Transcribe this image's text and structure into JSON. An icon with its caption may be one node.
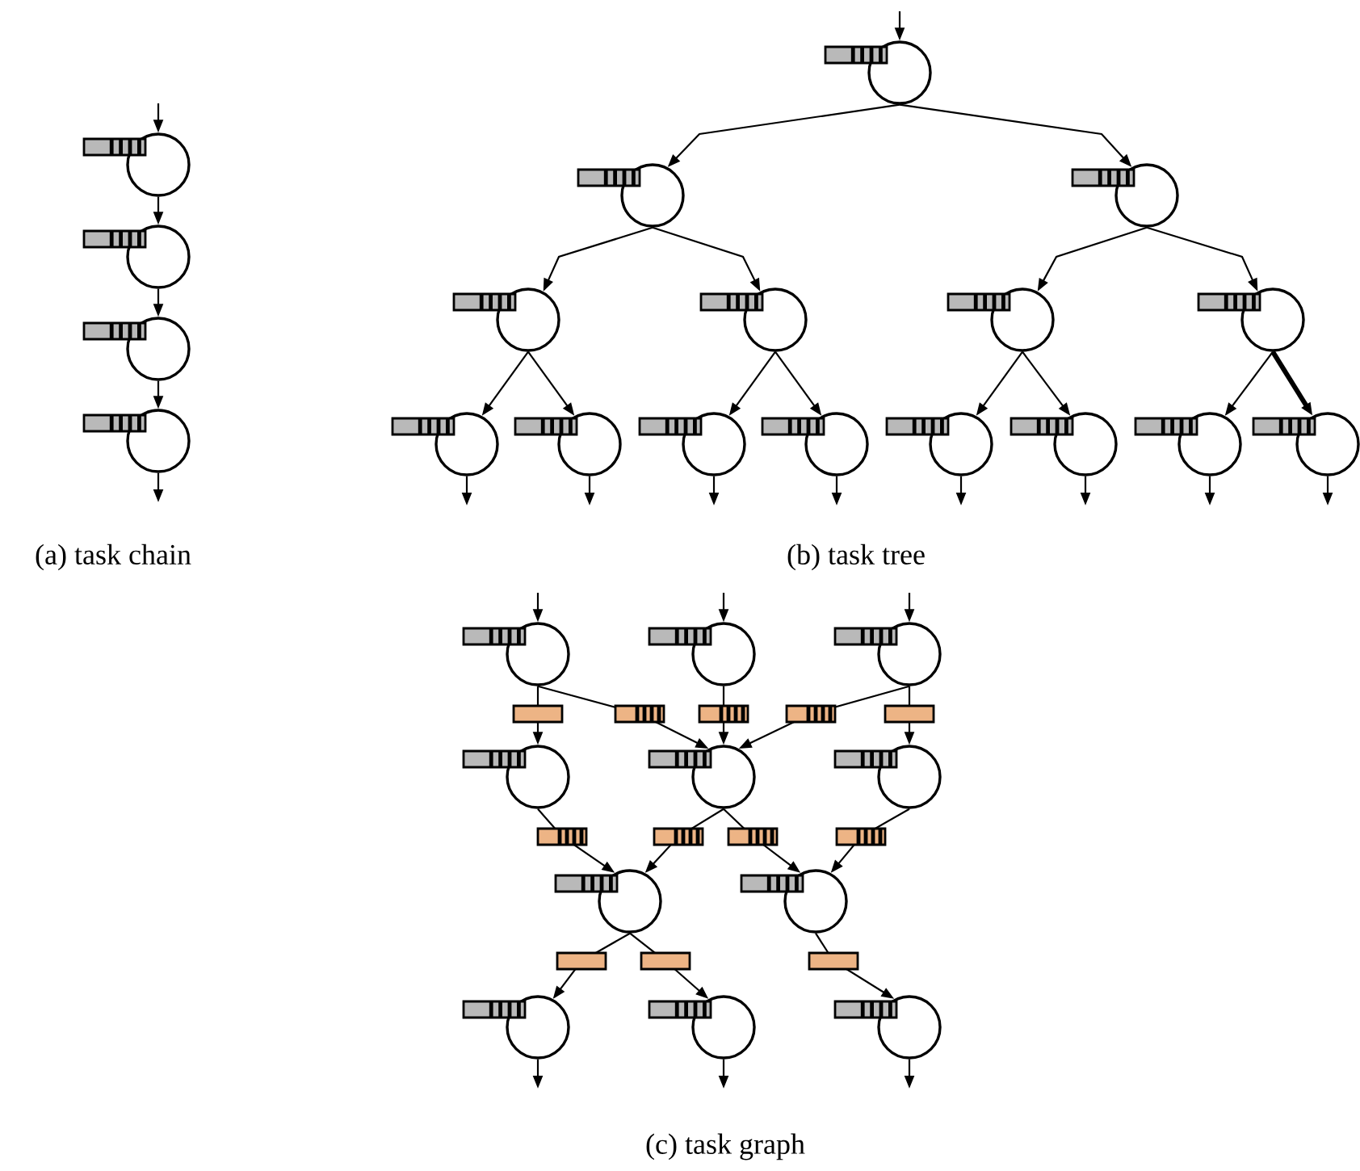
{
  "diagram": {
    "nodes": [
      {
        "text": [],
        "shape": "circle"
      },
      {
        "text": [],
        "shape": "circle"
      },
      {
        "text": [],
        "shape": "circle"
      },
      {
        "text": [],
        "shape": "circle"
      },
      {
        "text": [],
        "shape": "circle"
      },
      {
        "text": [],
        "shape": "circle"
      },
      {
        "text": [],
        "shape": "circle"
      },
      {
        "text": [],
        "shape": "circle"
      },
      {
        "text": [],
        "shape": "circle"
      },
      {
        "text": [],
        "shape": "circle"
      },
      {
        "text": [],
        "shape": "circle"
      },
      {
        "text": [],
        "shape": "circle"
      },
      {
        "text": [],
        "shape": "circle"
      },
      {
        "text": [],
        "shape": "circle"
      },
      {
        "text": [],
        "shape": "circle"
      },
      {
        "text": [],
        "shape": "circle"
      },
      {
        "text": [],
        "shape": "circle"
      },
      {
        "text": [],
        "shape": "circle"
      },
      {
        "text": [],
        "shape": "circle"
      },
      {
        "text": [],
        "shape": "circle"
      },
      {
        "text": [],
        "shape": "circle"
      },
      {
        "text": [],
        "shape": "circle"
      },
      {
        "text": [],
        "shape": "circle"
      },
      {
        "text": [],
        "shape": "circle"
      },
      {
        "text": [],
        "shape": "circle"
      },
      {
        "text": [],
        "shape": "circle"
      },
      {
        "text": [],
        "shape": "circle"
      },
      {
        "text": [],
        "shape": "circle"
      },
      {
        "text": [],
        "shape": "circle"
      },
      {
        "text": [],
        "shape": "circle"
      }
    ],
    "edges": [
      {
        "from": null,
        "to": 0,
        "arrow": "to"
      },
      {
        "from": 0,
        "to": 1,
        "arrow": "to"
      },
      {
        "from": 1,
        "to": 2,
        "arrow": "to"
      },
      {
        "from": 2,
        "to": 3,
        "arrow": "to"
      },
      {
        "from": 3,
        "to": null,
        "arrow": "to"
      },
      {
        "from": null,
        "to": 4,
        "arrow": "to"
      },
      {
        "from": 4,
        "to": 5,
        "arrow": "to"
      },
      {
        "from": 4,
        "to": 6,
        "arrow": "to"
      },
      {
        "from": 5,
        "to": 7,
        "arrow": "to"
      },
      {
        "from": 5,
        "to": 8,
        "arrow": "to"
      },
      {
        "from": 6,
        "to": 9,
        "arrow": "to"
      },
      {
        "from": 6,
        "to": 10,
        "arrow": "to"
      },
      {
        "from": 7,
        "to": 11,
        "arrow": "to"
      },
      {
        "from": 7,
        "to": 12,
        "arrow": "to"
      },
      {
        "from": 8,
        "to": 13,
        "arrow": "to"
      },
      {
        "from": 8,
        "to": 14,
        "arrow": "to"
      },
      {
        "from": 9,
        "to": 15,
        "arrow": "to"
      },
      {
        "from": 9,
        "to": 16,
        "arrow": "to"
      },
      {
        "from": 10,
        "to": 17,
        "arrow": "to"
      },
      {
        "from": 10,
        "to": 18,
        "arrow": "to",
        "style": "thick"
      },
      {
        "from": 11,
        "to": null,
        "arrow": "to"
      },
      {
        "from": 12,
        "to": null,
        "arrow": "to"
      },
      {
        "from": 13,
        "to": null,
        "arrow": "to"
      },
      {
        "from": 14,
        "to": null,
        "arrow": "to"
      },
      {
        "from": 15,
        "to": null,
        "arrow": "to"
      },
      {
        "from": 16,
        "to": null,
        "arrow": "to"
      },
      {
        "from": 17,
        "to": null,
        "arrow": "to"
      },
      {
        "from": 18,
        "to": null,
        "arrow": "to"
      },
      {
        "from": null,
        "to": 19,
        "arrow": "to"
      },
      {
        "from": null,
        "to": 20,
        "arrow": "to"
      },
      {
        "from": null,
        "to": 21,
        "arrow": "to"
      },
      {
        "from": 19,
        "to": 22,
        "arrow": "to"
      },
      {
        "from": 19,
        "to": 23,
        "arrow": "to"
      },
      {
        "from": 20,
        "to": 23,
        "arrow": "to"
      },
      {
        "from": 21,
        "to": 23,
        "arrow": "to"
      },
      {
        "from": 21,
        "to": 24,
        "arrow": "to"
      },
      {
        "from": 22,
        "to": 25,
        "arrow": "to"
      },
      {
        "from": 23,
        "to": 25,
        "arrow": "to"
      },
      {
        "from": 23,
        "to": 26,
        "arrow": "to"
      },
      {
        "from": 24,
        "to": 26,
        "arrow": "to"
      },
      {
        "from": 25,
        "to": 27,
        "arrow": "to"
      },
      {
        "from": 25,
        "to": 28,
        "arrow": "to"
      },
      {
        "from": 26,
        "to": 29,
        "arrow": "to"
      },
      {
        "from": 27,
        "to": null,
        "arrow": "to"
      },
      {
        "from": 28,
        "to": null,
        "arrow": "to"
      },
      {
        "from": 29,
        "to": null,
        "arrow": "to"
      }
    ],
    "labels": [
      "(a) task chain",
      "(b) task tree",
      "(c) task graph"
    ]
  }
}
